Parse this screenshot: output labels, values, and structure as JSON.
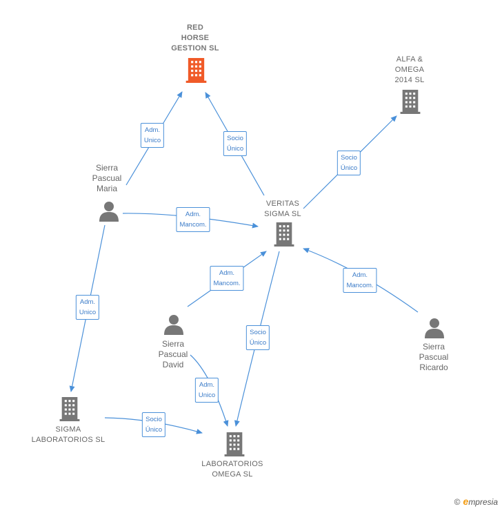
{
  "colors": {
    "edge": "#4a90d9",
    "company": "#777777",
    "main_company": "#f05a28",
    "person": "#777777"
  },
  "nodes": {
    "red_horse": {
      "label": "RED\nHORSE\nGESTION  SL"
    },
    "alfa_omega": {
      "label": "ALFA &\nOMEGA\n2014  SL"
    },
    "veritas": {
      "label": "VERITAS\nSIGMA  SL"
    },
    "maria": {
      "label": "Sierra\nPascual\nMaria"
    },
    "david": {
      "label": "Sierra\nPascual\nDavid"
    },
    "ricardo": {
      "label": "Sierra\nPascual\nRicardo"
    },
    "sigma_lab": {
      "label": "SIGMA\nLABORATORIOS SL"
    },
    "omega_lab": {
      "label": "LABORATORIOS\nOMEGA  SL"
    }
  },
  "edges": {
    "maria_redhorse": "Adm.\nUnico",
    "veritas_redhorse": "Socio\nÚnico",
    "veritas_alfa": "Socio\nÚnico",
    "maria_veritas": "Adm.\nMancom.",
    "david_veritas": "Adm.\nMancom.",
    "ricardo_veritas": "Adm.\nMancom.",
    "maria_sigma": "Adm.\nUnico",
    "veritas_omega": "Socio\nÚnico",
    "david_omega": "Adm.\nUnico",
    "sigma_omega": "Socio\nÚnico"
  },
  "footer": {
    "copyright": "©",
    "brand_initial": "e",
    "brand_rest": "mpresia"
  }
}
